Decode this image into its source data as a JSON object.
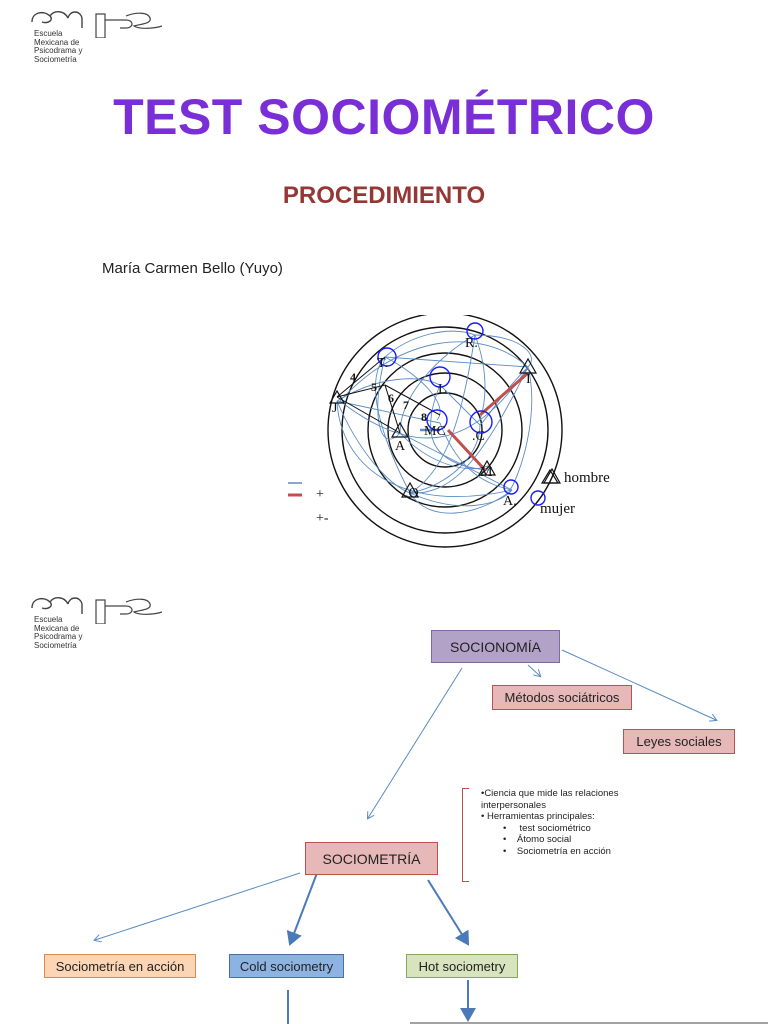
{
  "logo": {
    "lines": [
      "Escuela",
      "Mexicana de",
      "Psicodrama y",
      "Sociometría"
    ]
  },
  "slide1": {
    "title": "TEST SOCIOMÉTRICO",
    "subtitle": "PROCEDIMIENTO",
    "author": "María Carmen Bello (Yuyo)",
    "diagram": {
      "node_labels": [
        "R.",
        "T.",
        "L",
        "I",
        "J",
        "A",
        "MC",
        ".C",
        "M",
        ".O",
        "A."
      ],
      "numbers": [
        "4",
        "5",
        "6",
        "7",
        "8"
      ],
      "legend": {
        "hombre": "hombre",
        "mujer": "mujer",
        "plus": "+",
        "plus_minus": "+-"
      }
    },
    "colors": {
      "title": "#7a2fd6",
      "subtitle": "#953735",
      "lines": "#5b8cc4",
      "positive": "#c0504d",
      "female": "#1a1aff"
    }
  },
  "slide2": {
    "boxes": {
      "socionomia": "SOCIONOMÍA",
      "metodos": "Métodos sociátricos",
      "leyes": "Leyes sociales",
      "sociometria": "SOCIOMETRÍA",
      "accion": "Sociometría en acción",
      "cold": "Cold sociometry",
      "hot": "Hot sociometry"
    },
    "note": {
      "line1": "•Ciencia que mide las relaciones",
      "line2": "interpersonales",
      "line3": "• Herramientas principales:",
      "items": [
        "test sociométrico",
        "Átomo social",
        "Sociometría en acción"
      ]
    }
  }
}
